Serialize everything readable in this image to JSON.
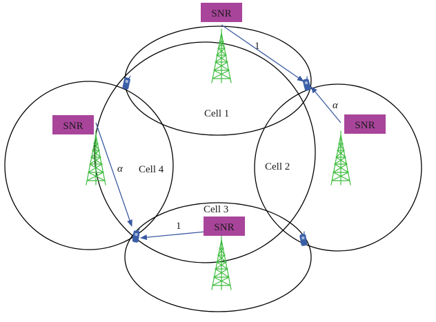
{
  "colors": {
    "snr_box": "#a8449a",
    "tower": "#3dbb3d",
    "arrow": "#3a5aa0",
    "device": "#3a5fa8",
    "outline": "#000000"
  },
  "cells": {
    "cell1": {
      "label": "Cell 1"
    },
    "cell2": {
      "label": "Cell 2"
    },
    "cell3": {
      "label": "Cell 3"
    },
    "cell4": {
      "label": "Cell 4"
    }
  },
  "snr": {
    "top": "SNR",
    "left": "SNR",
    "right": "SNR",
    "bottom": "SNR"
  },
  "links": {
    "top_label": "1",
    "right_label": "α",
    "left_label": "α",
    "bottom_label": "1"
  },
  "icons": {
    "tower": "cell-tower-icon",
    "device": "mobile-phone-icon"
  }
}
